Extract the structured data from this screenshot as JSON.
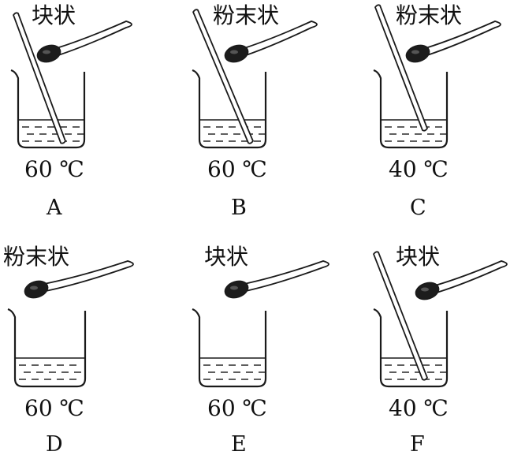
{
  "panels": [
    {
      "id": "A",
      "label": "A",
      "form": "块状",
      "temp": "60 ℃",
      "stir": true
    },
    {
      "id": "B",
      "label": "B",
      "form": "粉末状",
      "temp": "60 ℃",
      "stir": true
    },
    {
      "id": "C",
      "label": "C",
      "form": "粉末状",
      "temp": "40 ℃",
      "stir": true
    },
    {
      "id": "D",
      "label": "D",
      "form": "粉末状",
      "temp": "60 ℃",
      "stir": false
    },
    {
      "id": "E",
      "label": "E",
      "form": "块状",
      "temp": "60 ℃",
      "stir": false
    },
    {
      "id": "F",
      "label": "F",
      "form": "块状",
      "temp": "40 ℃",
      "stir": true
    }
  ]
}
